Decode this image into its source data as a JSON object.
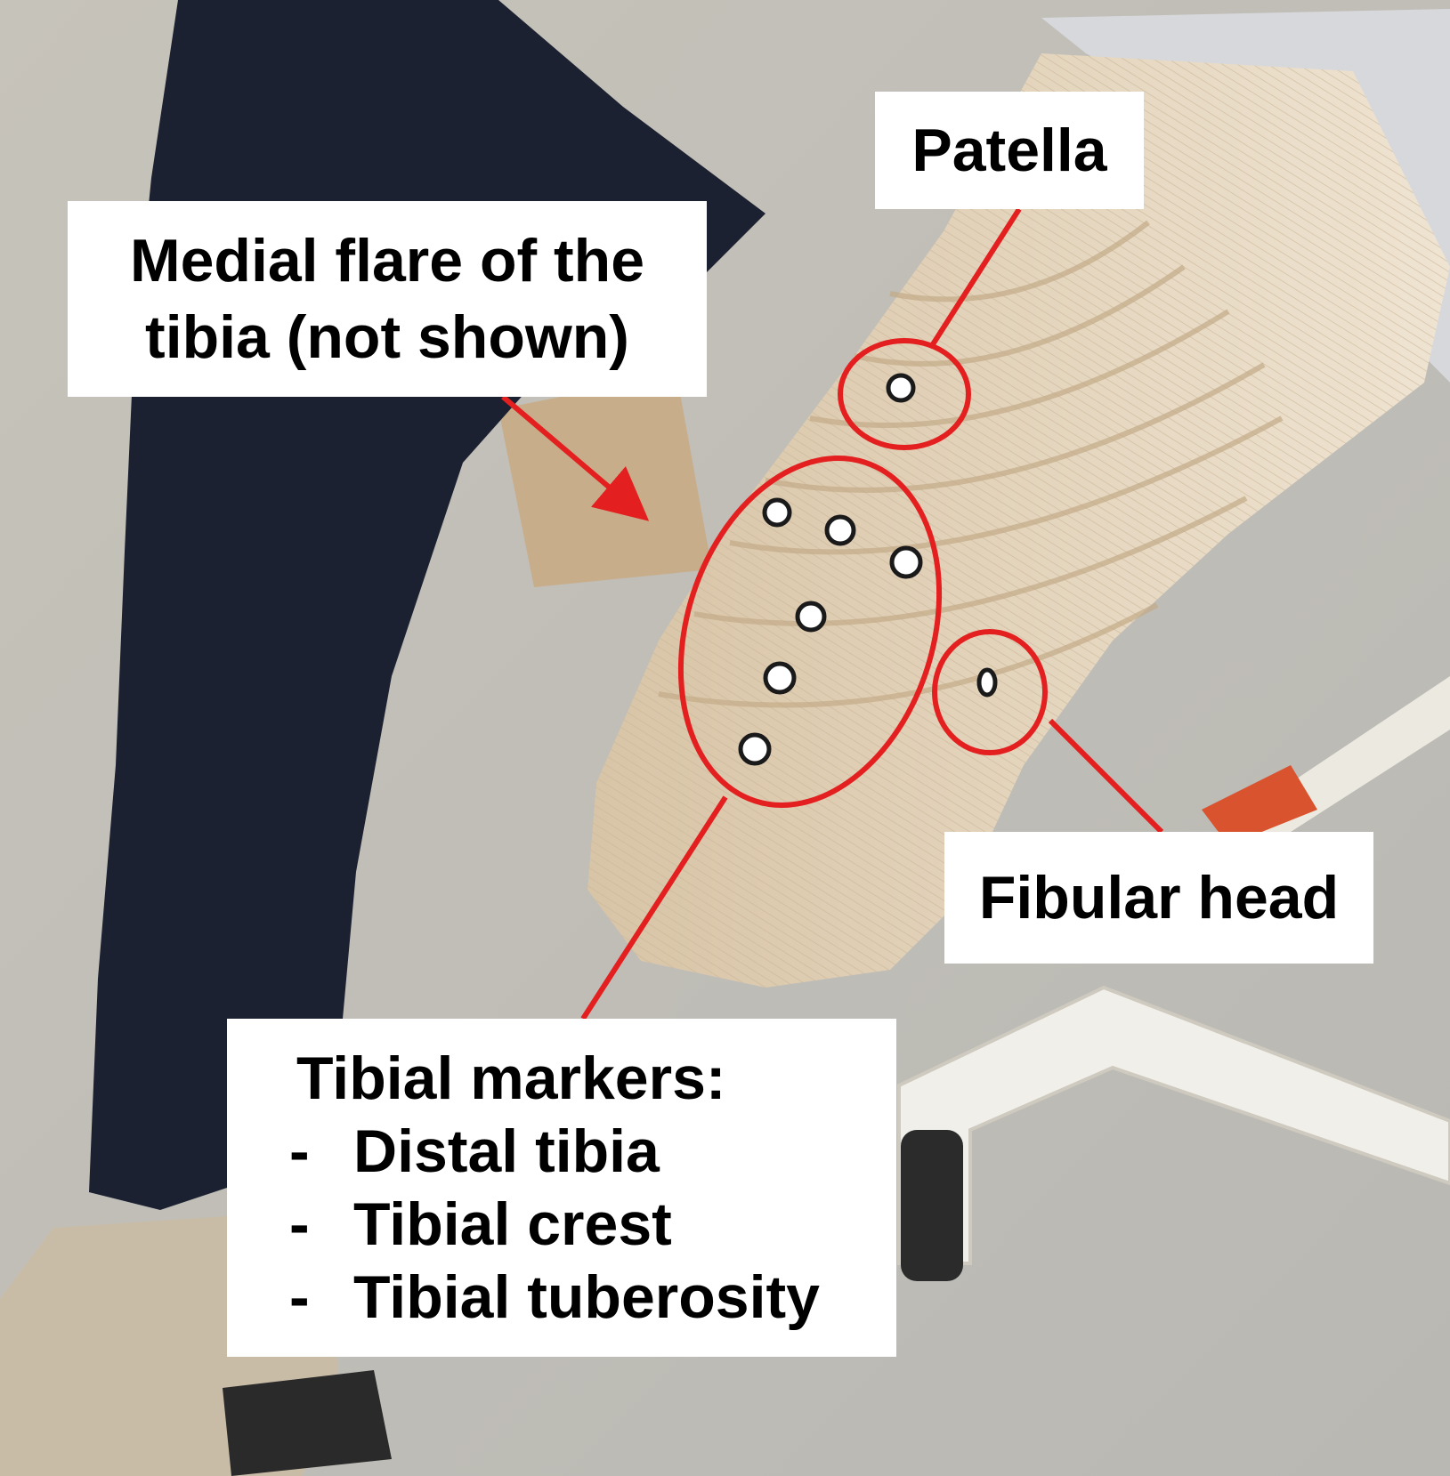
{
  "colors": {
    "annotation_red": "#e41f1f",
    "label_background": "#ffffff",
    "label_text": "#000000",
    "trousers": "#1b2130",
    "leg_sleeve": "#dfcdb4",
    "floor": "#c9c6bd"
  },
  "labels": {
    "patella": "Patella",
    "medial_line1": "Medial flare of the",
    "medial_line2": "tibia (not shown)",
    "fibular_head": "Fibular head",
    "tibial_title": "Tibial markers:",
    "tibial_items": [
      {
        "dash": "-",
        "text": "Distal tibia"
      },
      {
        "dash": "-",
        "text": "Tibial crest"
      },
      {
        "dash": "-",
        "text": "Tibial tuberosity"
      }
    ]
  }
}
